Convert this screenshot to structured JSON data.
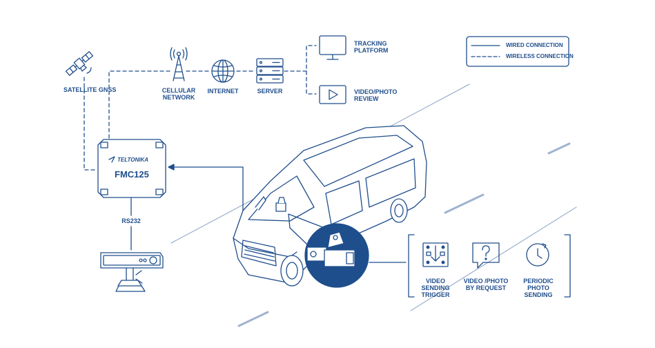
{
  "colors": {
    "primary": "#1f4e8c",
    "background": "#ffffff"
  },
  "nodes": {
    "satellite": {
      "label": "SATELLITE GNSS",
      "icon": "satellite-icon"
    },
    "cellular": {
      "label": "CELLULAR NETWORK",
      "icon": "cell-tower-icon"
    },
    "internet": {
      "label": "INTERNET",
      "icon": "globe-icon"
    },
    "server": {
      "label": "SERVER",
      "icon": "server-icon"
    },
    "tracking": {
      "label": "TRACKING PLATFORM",
      "icon": "monitor-icon"
    },
    "video_review": {
      "label": "VIDEO/PHOTO REVIEW",
      "icon": "play-icon"
    },
    "device": {
      "brand": "TELTONIKA",
      "model": "FMC125"
    },
    "rs232": {
      "label": "RS232"
    },
    "camera_unit": {
      "icon": "dashcam-icon"
    }
  },
  "legend": {
    "wired": "WIRED CONNECTION",
    "wireless": "WIRELESS CONNECTION"
  },
  "features": [
    {
      "label": "VIDEO SENDING TRIGGER",
      "icon": "trigger-icon"
    },
    {
      "label": "VIDEO /PHOTO BY REQUEST",
      "icon": "request-icon"
    },
    {
      "label": "PERIODIC PHOTO SENDING",
      "icon": "clock-icon"
    }
  ]
}
